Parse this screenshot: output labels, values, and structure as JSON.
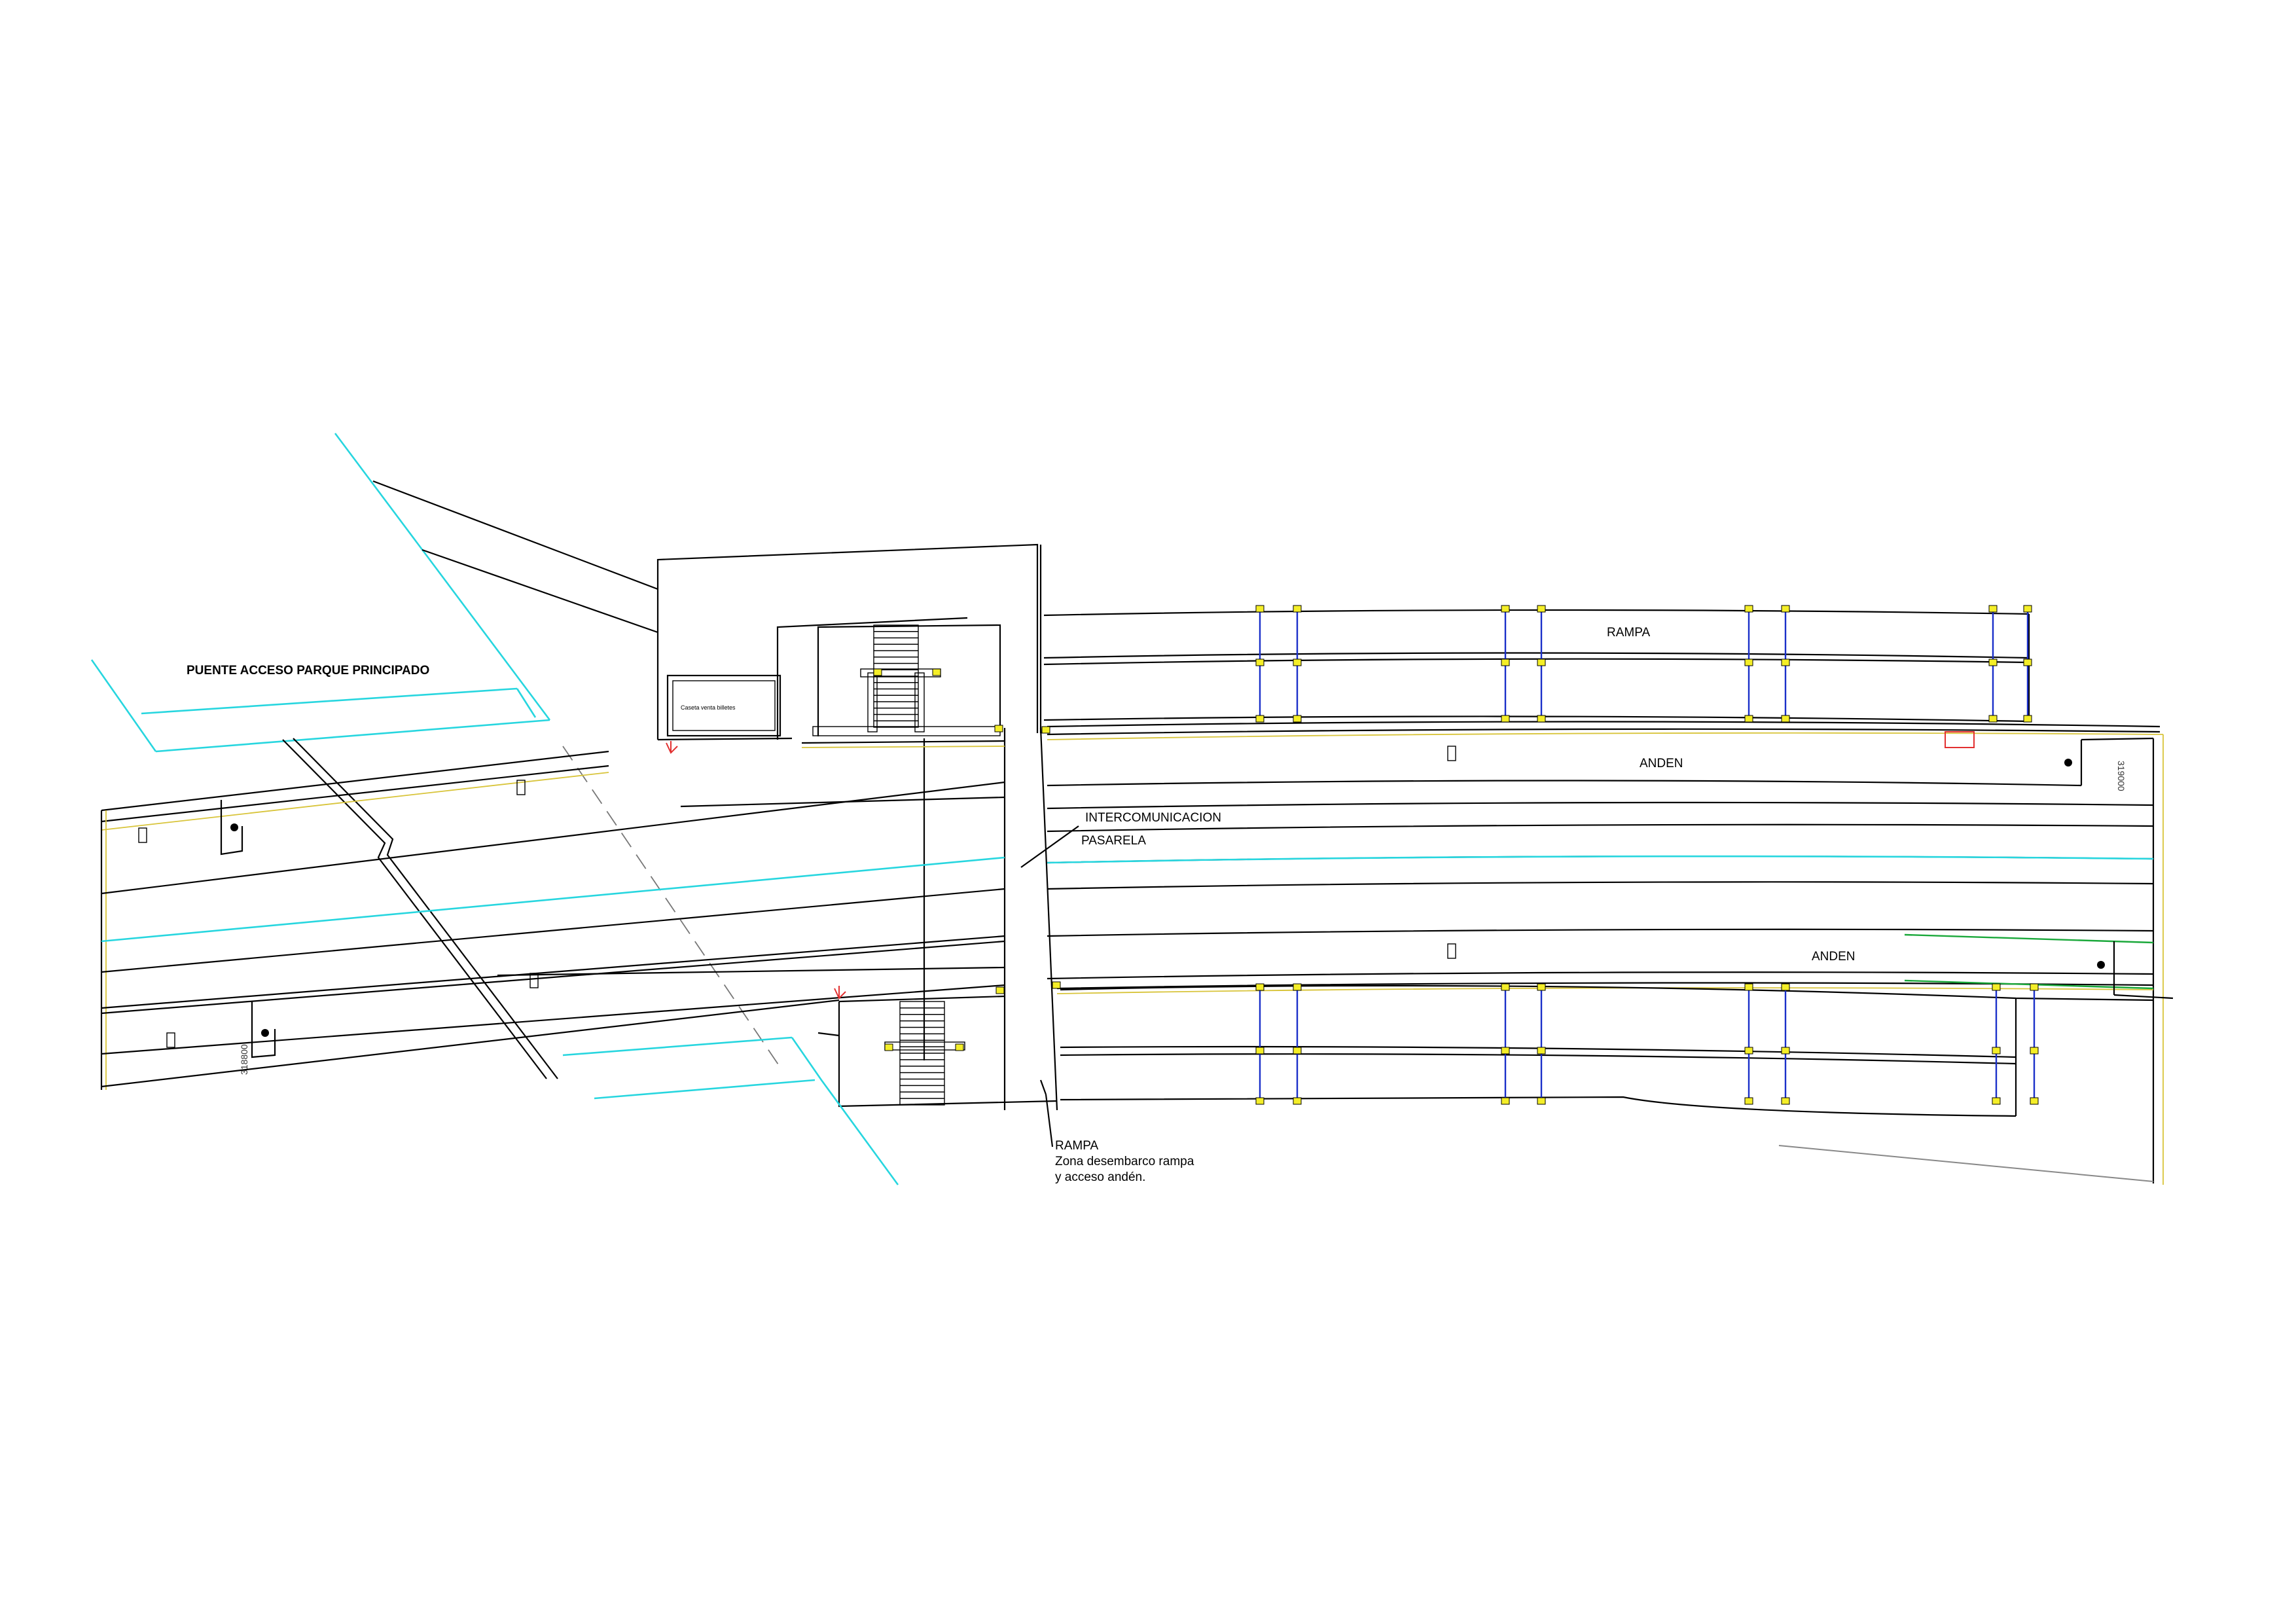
{
  "labels": {
    "bridge": "PUENTE ACCESO PARQUE PRINCIPADO",
    "ticket_booth": "Caseta venta billetes",
    "ramp_top": "RAMPA",
    "platform_north": "ANDEN",
    "platform_south": "ANDEN",
    "interconnection": "INTERCOMUNICACION",
    "footbridge": "PASARELA",
    "ramp_bottom": "RAMPA",
    "ramp_note_line1": "Zona desembarco rampa",
    "ramp_note_line2": "y acceso andén.",
    "chainage_right": "319000",
    "chainage_left": "318800"
  },
  "colors": {
    "lines": "#000000",
    "edges_cyan": "#27d6df",
    "platform_edge": "#d8c43a",
    "ramp_posts": "#1a2fc9",
    "post_markers": "#f4ee28",
    "green_edge": "#1aa83a",
    "red_marker": "#e23030"
  }
}
